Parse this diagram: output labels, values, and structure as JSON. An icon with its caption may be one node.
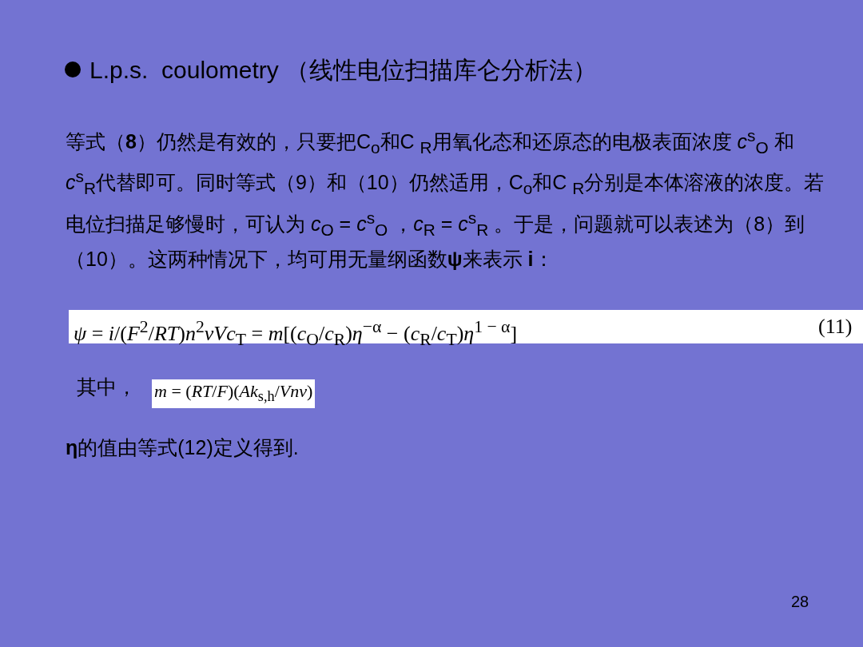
{
  "diagram": {
    "title": "L.p.s.  coulometry （线性电位扫描库仑分析法）",
    "labels": [
      "等式（**8**）仍然是有效的，只要把C$_{o}$和C $_{R}$用氧化态和还原态的电极表面浓度 *c*$^{s}$$_{O}$ 和 *c*$^{s}$$_{R}$代替即可。同时等式（9）和（10）仍然适用，C$_{o}$和C $_{R}$分别是本体溶液的浓度。若电位扫描足够慢时，可认为 *c*$_{O}$ = *c*$^{s}$$_{O}$ ，*c*$_{R}$ = *c*$^{s}$$_{R}$ 。于是，问题就可以表述为（8）到（10）。这两种情况下，均可用无量纲函数**ψ**来表示 **i**：",
      "*ψ* = *i*/(*F*$^{2}$/*RT*)*n*$^{2}$*vVc*$_{T}$ = *m*[(*c*$_{O}$/*c*$_{R}$)*η*$^{−α}$ − (*c*$_{R}$/*c*$_{T}$)*η*$^{1 − α}$]",
      "(11)",
      "其中，",
      "*m* = (*RT*/*F*)(*Ak*$_{s,h}$/*Vnv*)",
      "**η**的值由等式(12)定义得到.",
      "28"
    ]
  }
}
